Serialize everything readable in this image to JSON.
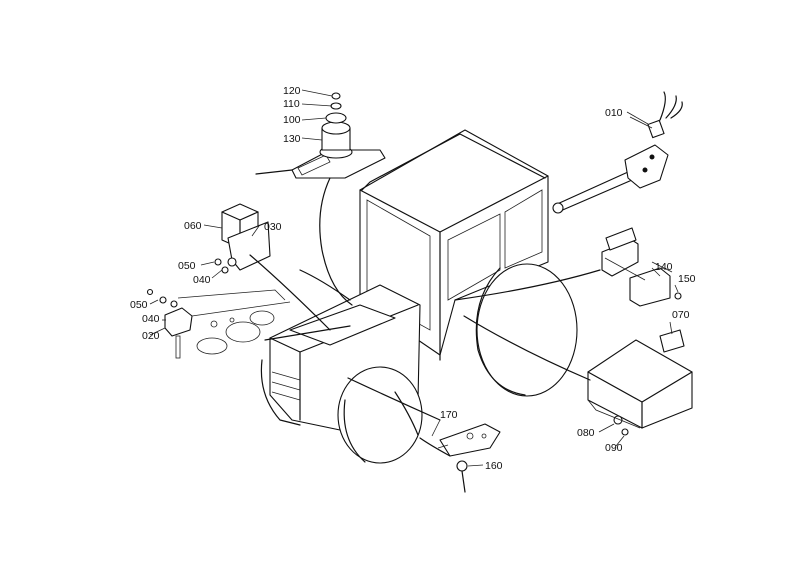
{
  "callouts": {
    "c010": "010",
    "c020": "020",
    "c030": "030",
    "c040a": "040",
    "c040b": "040",
    "c050a": "050",
    "c050b": "050",
    "c060": "060",
    "c070": "070",
    "c080": "080",
    "c090": "090",
    "c100": "100",
    "c110": "110",
    "c120": "120",
    "c130": "130",
    "c140": "140",
    "c150": "150",
    "c160": "160",
    "c170": "170"
  }
}
